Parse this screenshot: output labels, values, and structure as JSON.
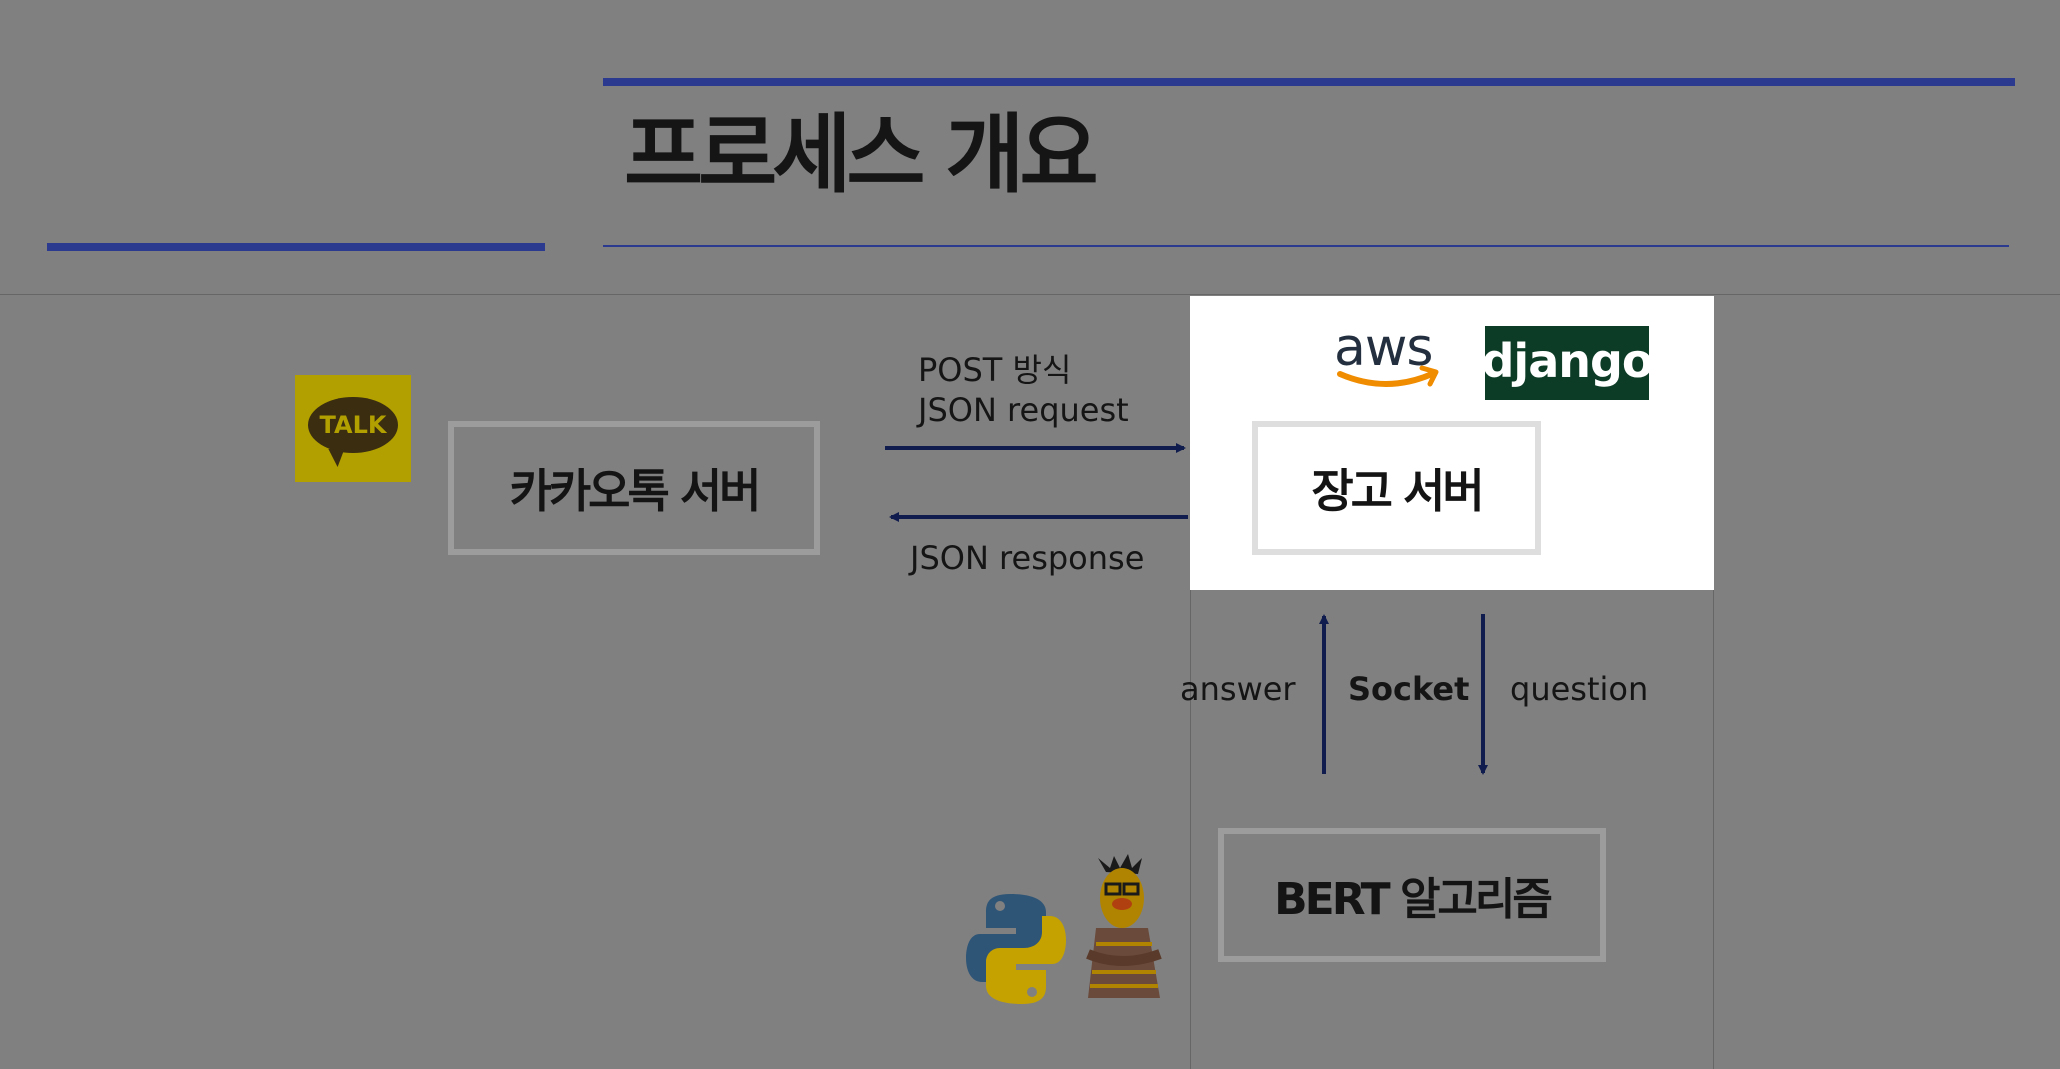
{
  "header": {
    "title": "프로세스 개요",
    "accent_color": "#2b3a8f"
  },
  "nodes": {
    "kakao_server": "카카오톡 서버",
    "django_server": "장고 서버",
    "bert": "BERT 알고리즘"
  },
  "edges": {
    "post_label_line1": "POST 방식",
    "post_label_line2": "JSON request",
    "response_label": "JSON response",
    "answer_label": "answer",
    "socket_label": "Socket",
    "question_label": "question"
  },
  "logos": {
    "kakao": "TALK",
    "aws": "aws",
    "django": "django",
    "kakao_color": "#b29f00",
    "django_color": "#0c3c26"
  },
  "icons": [
    "kakaotalk-icon",
    "aws-logo",
    "django-logo",
    "python-logo",
    "bert-character-image"
  ]
}
